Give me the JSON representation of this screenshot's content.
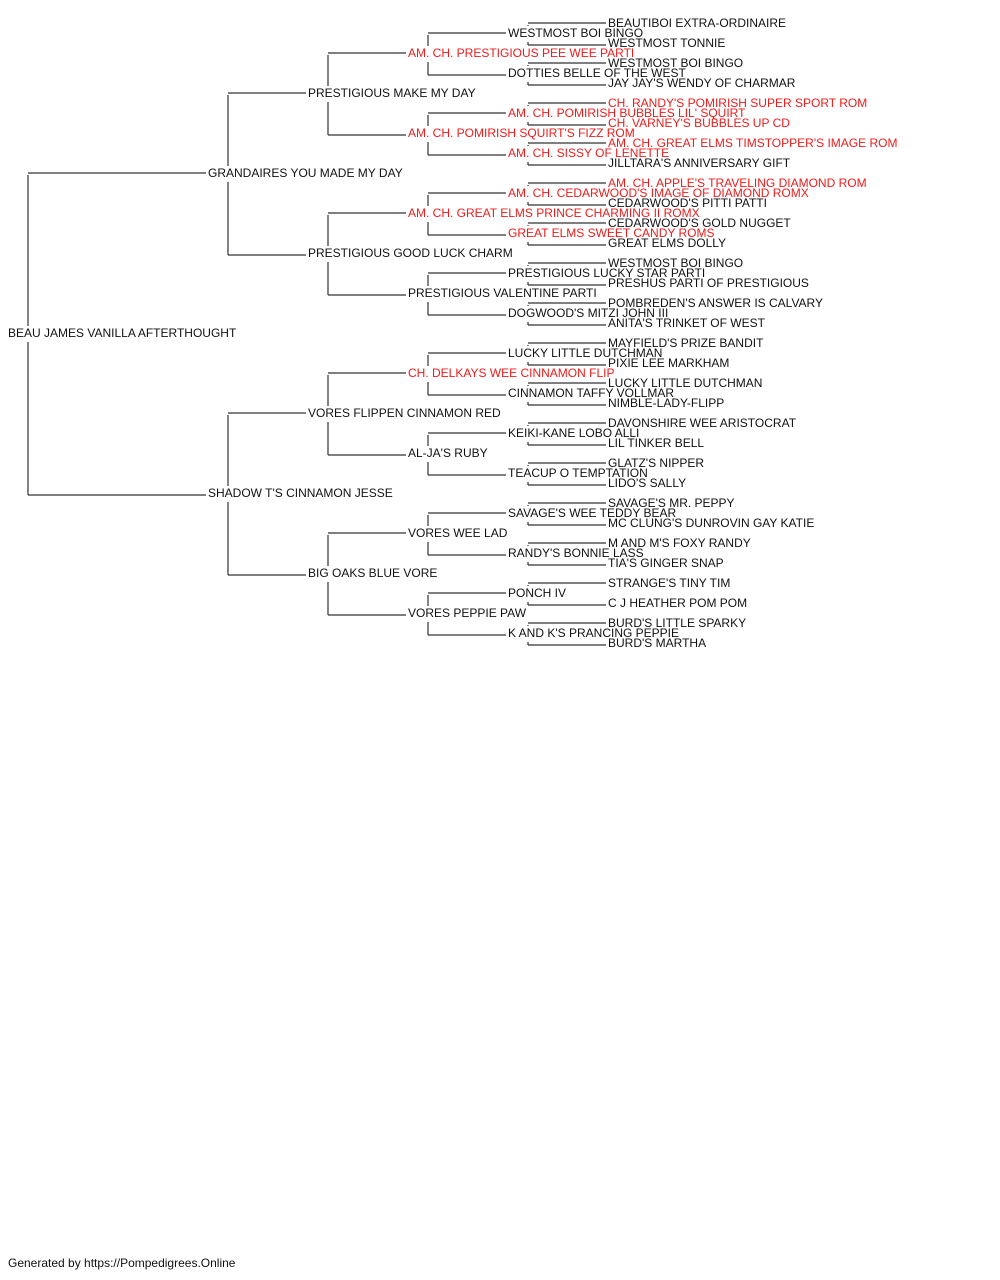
{
  "pedigree": {
    "name": "BEAU JAMES VANILLA AFTERTHOUGHT",
    "champion": false,
    "sire": {
      "name": "GRANDAIRES YOU MADE MY DAY",
      "champion": false,
      "sire": {
        "name": "PRESTIGIOUS MAKE MY DAY",
        "champion": false,
        "sire": {
          "name": "AM. CH. PRESTIGIOUS PEE WEE PARTI",
          "champion": true,
          "sire": {
            "name": "WESTMOST BOI BINGO",
            "champion": false,
            "sire": {
              "name": "BEAUTIBOI EXTRA-ORDINAIRE",
              "champion": false
            },
            "dam": {
              "name": "WESTMOST TONNIE",
              "champion": false
            }
          },
          "dam": {
            "name": "DOTTIES BELLE OF THE WEST",
            "champion": false,
            "sire": {
              "name": "WESTMOST BOI BINGO",
              "champion": false
            },
            "dam": {
              "name": "JAY JAY'S WENDY OF CHARMAR",
              "champion": false
            }
          }
        },
        "dam": {
          "name": "AM. CH. POMIRISH SQUIRT'S FIZZ ROM",
          "champion": true,
          "sire": {
            "name": "AM. CH. POMIRISH BUBBLES LIL' SQUIRT",
            "champion": true,
            "sire": {
              "name": "CH. RANDY'S POMIRISH SUPER SPORT ROM",
              "champion": true
            },
            "dam": {
              "name": "CH. VARNEY'S BUBBLES UP CD",
              "champion": true
            }
          },
          "dam": {
            "name": "AM. CH. SISSY OF LENETTE",
            "champion": true,
            "sire": {
              "name": "AM. CH. GREAT ELMS TIMSTOPPER'S IMAGE ROM",
              "champion": true
            },
            "dam": {
              "name": "JILLTARA'S ANNIVERSARY GIFT",
              "champion": false
            }
          }
        }
      },
      "dam": {
        "name": "PRESTIGIOUS GOOD LUCK CHARM",
        "champion": false,
        "sire": {
          "name": "AM. CH. GREAT ELMS PRINCE CHARMING II ROMX",
          "champion": true,
          "sire": {
            "name": "AM. CH. CEDARWOOD'S IMAGE OF DIAMOND ROMX",
            "champion": true,
            "sire": {
              "name": "AM. CH. APPLE'S TRAVELING DIAMOND ROM",
              "champion": true
            },
            "dam": {
              "name": "CEDARWOOD'S PITTI PATTI",
              "champion": false
            }
          },
          "dam": {
            "name": "GREAT ELMS SWEET CANDY ROMS",
            "champion": true,
            "sire": {
              "name": "CEDARWOOD'S GOLD NUGGET",
              "champion": false
            },
            "dam": {
              "name": "GREAT ELMS DOLLY",
              "champion": false
            }
          }
        },
        "dam": {
          "name": "PRESTIGIOUS VALENTINE PARTI",
          "champion": false,
          "sire": {
            "name": "PRESTIGIOUS LUCKY STAR PARTI",
            "champion": false,
            "sire": {
              "name": "WESTMOST BOI BINGO",
              "champion": false
            },
            "dam": {
              "name": "PRESHUS PARTI OF PRESTIGIOUS",
              "champion": false
            }
          },
          "dam": {
            "name": "DOGWOOD'S MITZI JOHN III",
            "champion": false,
            "sire": {
              "name": "POMBREDEN'S ANSWER IS CALVARY",
              "champion": false
            },
            "dam": {
              "name": "ANITA'S TRINKET OF WEST",
              "champion": false
            }
          }
        }
      }
    },
    "dam": {
      "name": "SHADOW T'S CINNAMON JESSE",
      "champion": false,
      "sire": {
        "name": "VORES FLIPPEN CINNAMON RED",
        "champion": false,
        "sire": {
          "name": "CH. DELKAYS WEE CINNAMON FLIP",
          "champion": true,
          "sire": {
            "name": "LUCKY LITTLE DUTCHMAN",
            "champion": false,
            "sire": {
              "name": "MAYFIELD'S PRIZE BANDIT",
              "champion": false
            },
            "dam": {
              "name": "PIXIE LEE MARKHAM",
              "champion": false
            }
          },
          "dam": {
            "name": "CINNAMON TAFFY VOLLMAR",
            "champion": false,
            "sire": {
              "name": "LUCKY LITTLE DUTCHMAN",
              "champion": false
            },
            "dam": {
              "name": "NIMBLE-LADY-FLIPP",
              "champion": false
            }
          }
        },
        "dam": {
          "name": "AL-JA'S RUBY",
          "champion": false,
          "sire": {
            "name": "KEIKI-KANE LOBO ALLI",
            "champion": false,
            "sire": {
              "name": "DAVONSHIRE WEE ARISTOCRAT",
              "champion": false
            },
            "dam": {
              "name": "LIL TINKER BELL",
              "champion": false
            }
          },
          "dam": {
            "name": "TEACUP O TEMPTATION",
            "champion": false,
            "sire": {
              "name": "GLATZ'S NIPPER",
              "champion": false
            },
            "dam": {
              "name": "LIDO'S SALLY",
              "champion": false
            }
          }
        }
      },
      "dam": {
        "name": "BIG OAKS BLUE VORE",
        "champion": false,
        "sire": {
          "name": "VORES WEE LAD",
          "champion": false,
          "sire": {
            "name": "SAVAGE'S WEE TEDDY BEAR",
            "champion": false,
            "sire": {
              "name": "SAVAGE'S MR. PEPPY",
              "champion": false
            },
            "dam": {
              "name": "MC CLUNG'S DUNROVIN GAY KATIE",
              "champion": false
            }
          },
          "dam": {
            "name": "RANDY'S BONNIE LASS",
            "champion": false,
            "sire": {
              "name": "M AND M'S FOXY RANDY",
              "champion": false
            },
            "dam": {
              "name": "TIA'S GINGER SNAP",
              "champion": false
            }
          }
        },
        "dam": {
          "name": "VORES PEPPIE PAW",
          "champion": false,
          "sire": {
            "name": "PONCH IV",
            "champion": false,
            "sire": {
              "name": "STRANGE'S TINY TIM",
              "champion": false
            },
            "dam": {
              "name": "C J HEATHER POM POM",
              "champion": false
            }
          },
          "dam": {
            "name": "K AND K'S PRANCING PEPPIE",
            "champion": false,
            "sire": {
              "name": "BURD'S LITTLE SPARKY",
              "champion": false
            },
            "dam": {
              "name": "BURD'S MARTHA",
              "champion": false
            }
          }
        }
      }
    }
  },
  "footer": "Generated by https://Pompedigrees.Online",
  "colors": {
    "champion": "#ee1c1c",
    "normal": "#111111",
    "line": "#333333"
  }
}
